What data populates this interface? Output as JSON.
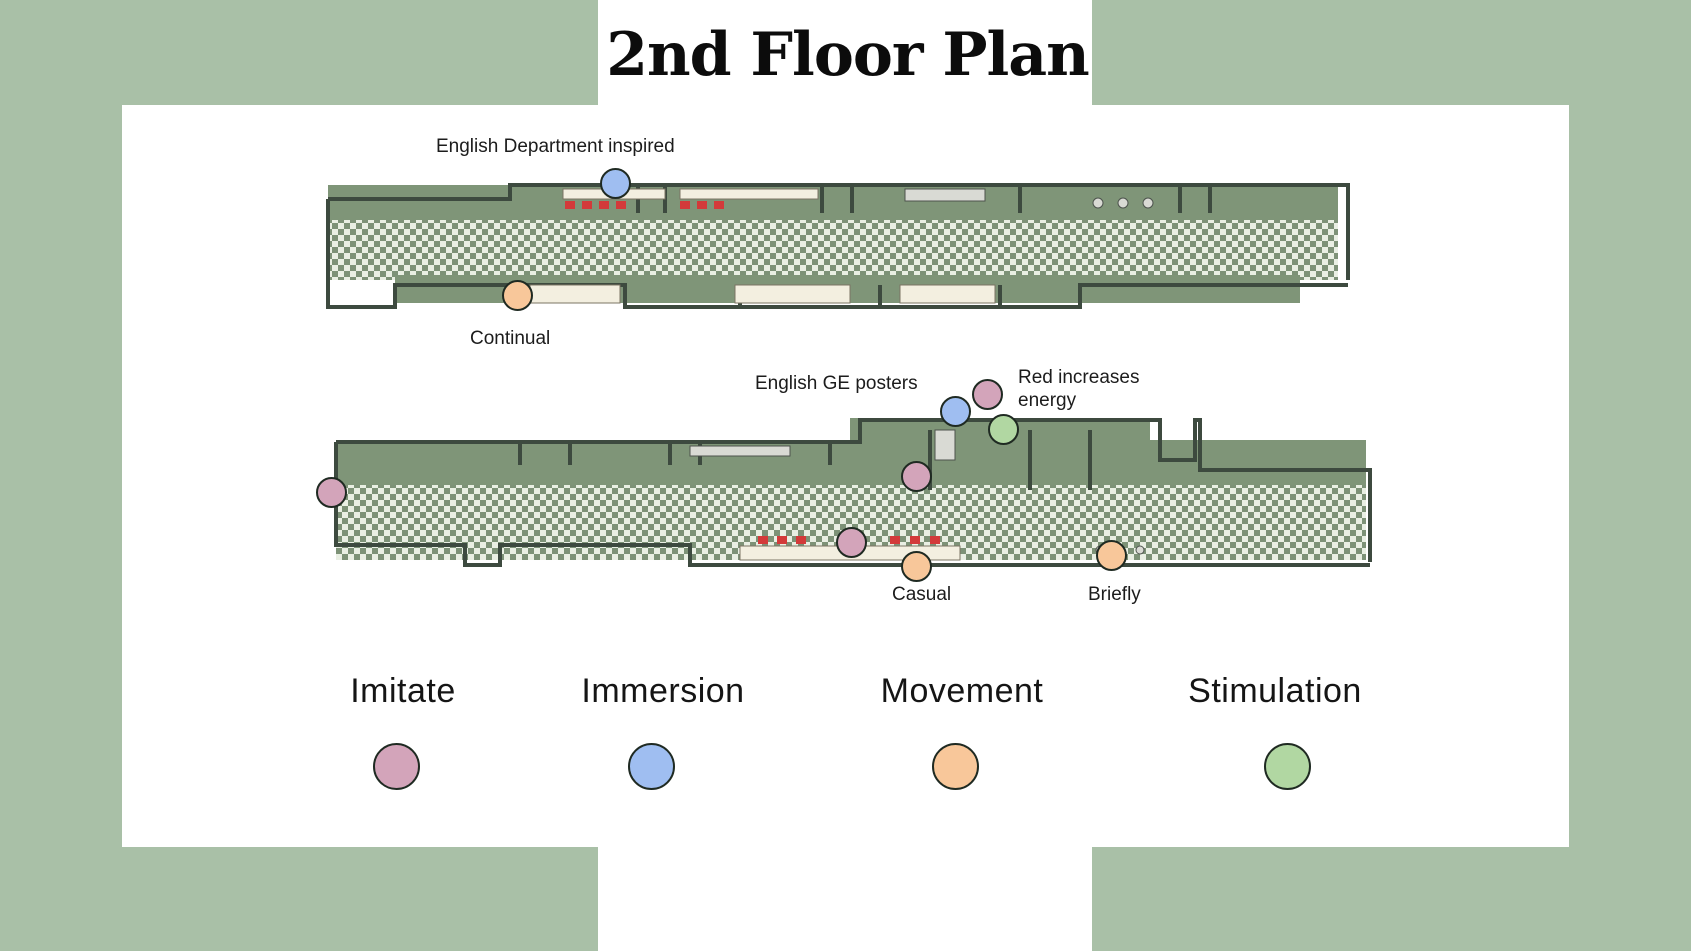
{
  "title": "2nd Floor Plan",
  "colors": {
    "background_green": "#a9c0a7",
    "panel_white": "#ffffff",
    "floor_green": "#7d9277",
    "floor_light": "#e9efe3",
    "wall": "#3d4a3f",
    "furniture_red": "#d33a3a",
    "imitate": "#d3a4ba",
    "immersion": "#9fbef1",
    "movement": "#f8c79a",
    "stimulation": "#b1d7a2"
  },
  "callouts": {
    "english_department": "English Department inspired",
    "continual": "Continual",
    "english_ge_posters": "English GE posters",
    "red_energy_line1": "Red increases",
    "red_energy_line2": "energy",
    "casual": "Casual",
    "briefly": "Briefly"
  },
  "legend": [
    {
      "label": "Imitate",
      "color": "#d3a4ba"
    },
    {
      "label": "Immersion",
      "color": "#9fbef1"
    },
    {
      "label": "Movement",
      "color": "#f8c79a"
    },
    {
      "label": "Stimulation",
      "color": "#b1d7a2"
    }
  ],
  "markers": [
    {
      "category": "immersion",
      "color": "#9fbef1"
    },
    {
      "category": "movement",
      "color": "#f8c79a"
    },
    {
      "category": "imitate",
      "color": "#d3a4ba"
    },
    {
      "category": "immersion",
      "color": "#9fbef1"
    },
    {
      "category": "imitate",
      "color": "#d3a4ba"
    },
    {
      "category": "stimulation",
      "color": "#b1d7a2"
    },
    {
      "category": "imitate",
      "color": "#d3a4ba"
    },
    {
      "category": "imitate",
      "color": "#d3a4ba"
    },
    {
      "category": "movement",
      "color": "#f8c79a"
    },
    {
      "category": "movement",
      "color": "#f8c79a"
    }
  ]
}
